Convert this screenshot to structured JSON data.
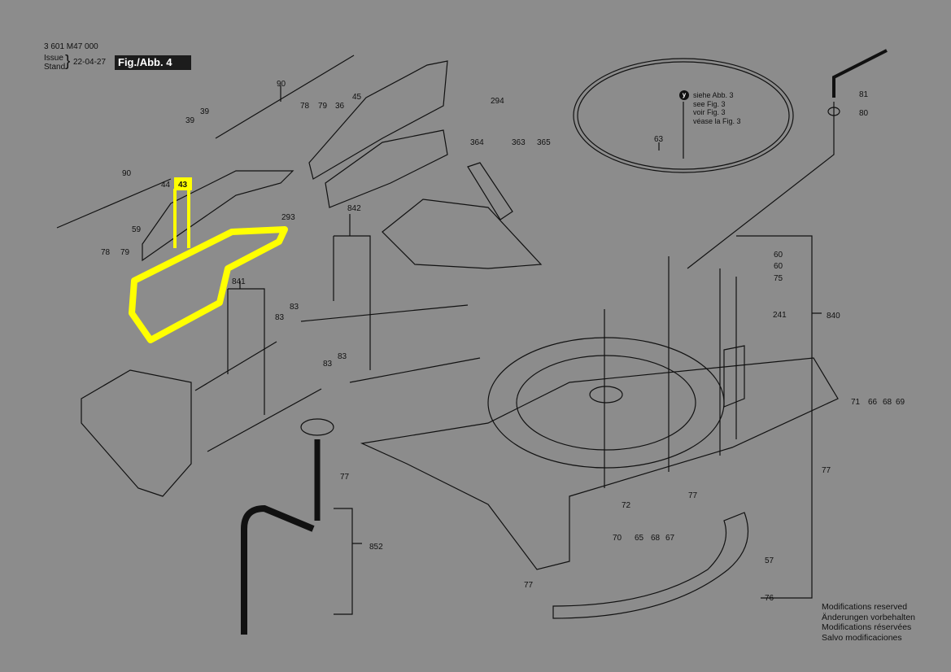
{
  "header": {
    "part_number": "3 601 M47 000",
    "issue_label_1": "Issue",
    "issue_label_2": "Stand",
    "brace": "}",
    "issue_date": "22-04-27",
    "figure_label": "Fig./Abb. 4"
  },
  "cross_reference": {
    "marker": "y",
    "lines": [
      "siehe Abb. 3",
      "see Fig. 3",
      "voir Fig. 3",
      "véase la Fig. 3"
    ]
  },
  "notes": [
    "Modifications reserved",
    "Änderungen vorbehalten",
    "Modifications réservées",
    "Salvo modificaciones"
  ],
  "highlight": {
    "part": "43",
    "color": "#ffff00"
  },
  "part_labels": {
    "p90a": "90",
    "p90b": "90",
    "p39a": "39",
    "p39b": "39",
    "p78a": "78",
    "p79a": "79",
    "p36": "36",
    "p45": "45",
    "p294": "294",
    "p44": "44",
    "p43": "43",
    "p293": "293",
    "p59": "59",
    "p78b": "78",
    "p79b": "79",
    "p842": "842",
    "p841": "841",
    "p83a": "83",
    "p83b": "83",
    "p83c": "83",
    "p83d": "83",
    "p364": "364",
    "p363": "363",
    "p365": "365",
    "p63": "63",
    "p81": "81",
    "p80": "80",
    "p60a": "60",
    "p60b": "60",
    "p75": "75",
    "p241": "241",
    "p840": "840",
    "p71": "71",
    "p66": "66",
    "p68a": "68",
    "p69": "69",
    "p77a": "77",
    "p77b": "77",
    "p77c": "77",
    "p77d": "77",
    "p72": "72",
    "p70": "70",
    "p65": "65",
    "p68b": "68",
    "p67": "67",
    "p852": "852",
    "p57": "57",
    "p76": "76"
  }
}
